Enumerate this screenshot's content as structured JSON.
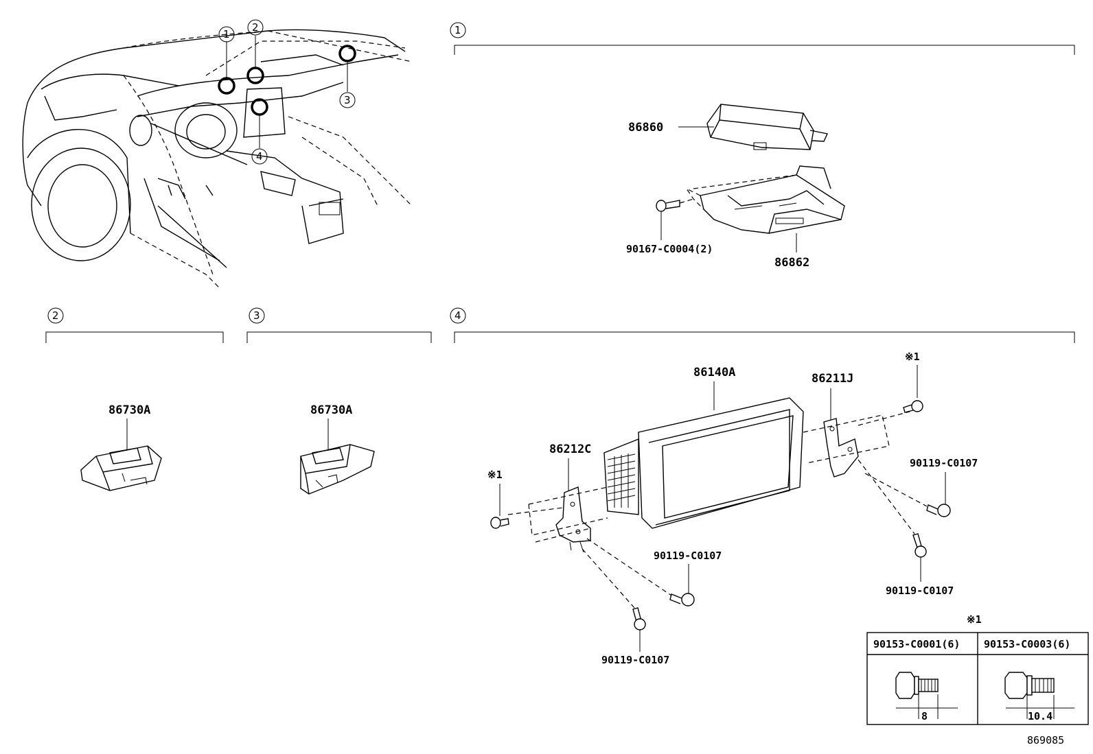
{
  "sections": {
    "s1": {
      "num": "1",
      "parts": {
        "ecu": "86860",
        "bracket": "86862",
        "bolt": "90167-C0004(2)"
      }
    },
    "s2": {
      "num": "2",
      "parts": {
        "sensor": "86730A"
      }
    },
    "s3": {
      "num": "3",
      "parts": {
        "sensor": "86730A"
      }
    },
    "s4": {
      "num": "4",
      "parts": {
        "display": "86140A",
        "bracket_left": "86212C",
        "bracket_right": "86211J",
        "screw_right_upper": "90119-C0107",
        "screw_right_lower": "90119-C0107",
        "screw_center": "90119-C0107",
        "screw_bottom": "90119-C0107",
        "note_mark": "※1"
      }
    }
  },
  "car_callouts": [
    "1",
    "2",
    "3",
    "4"
  ],
  "bolt_table": {
    "mark": "※1",
    "headers": [
      "90153-C0001(6)",
      "90153-C0003(6)"
    ],
    "dims": [
      "8",
      "10.4"
    ]
  },
  "diagram_id": "869085"
}
